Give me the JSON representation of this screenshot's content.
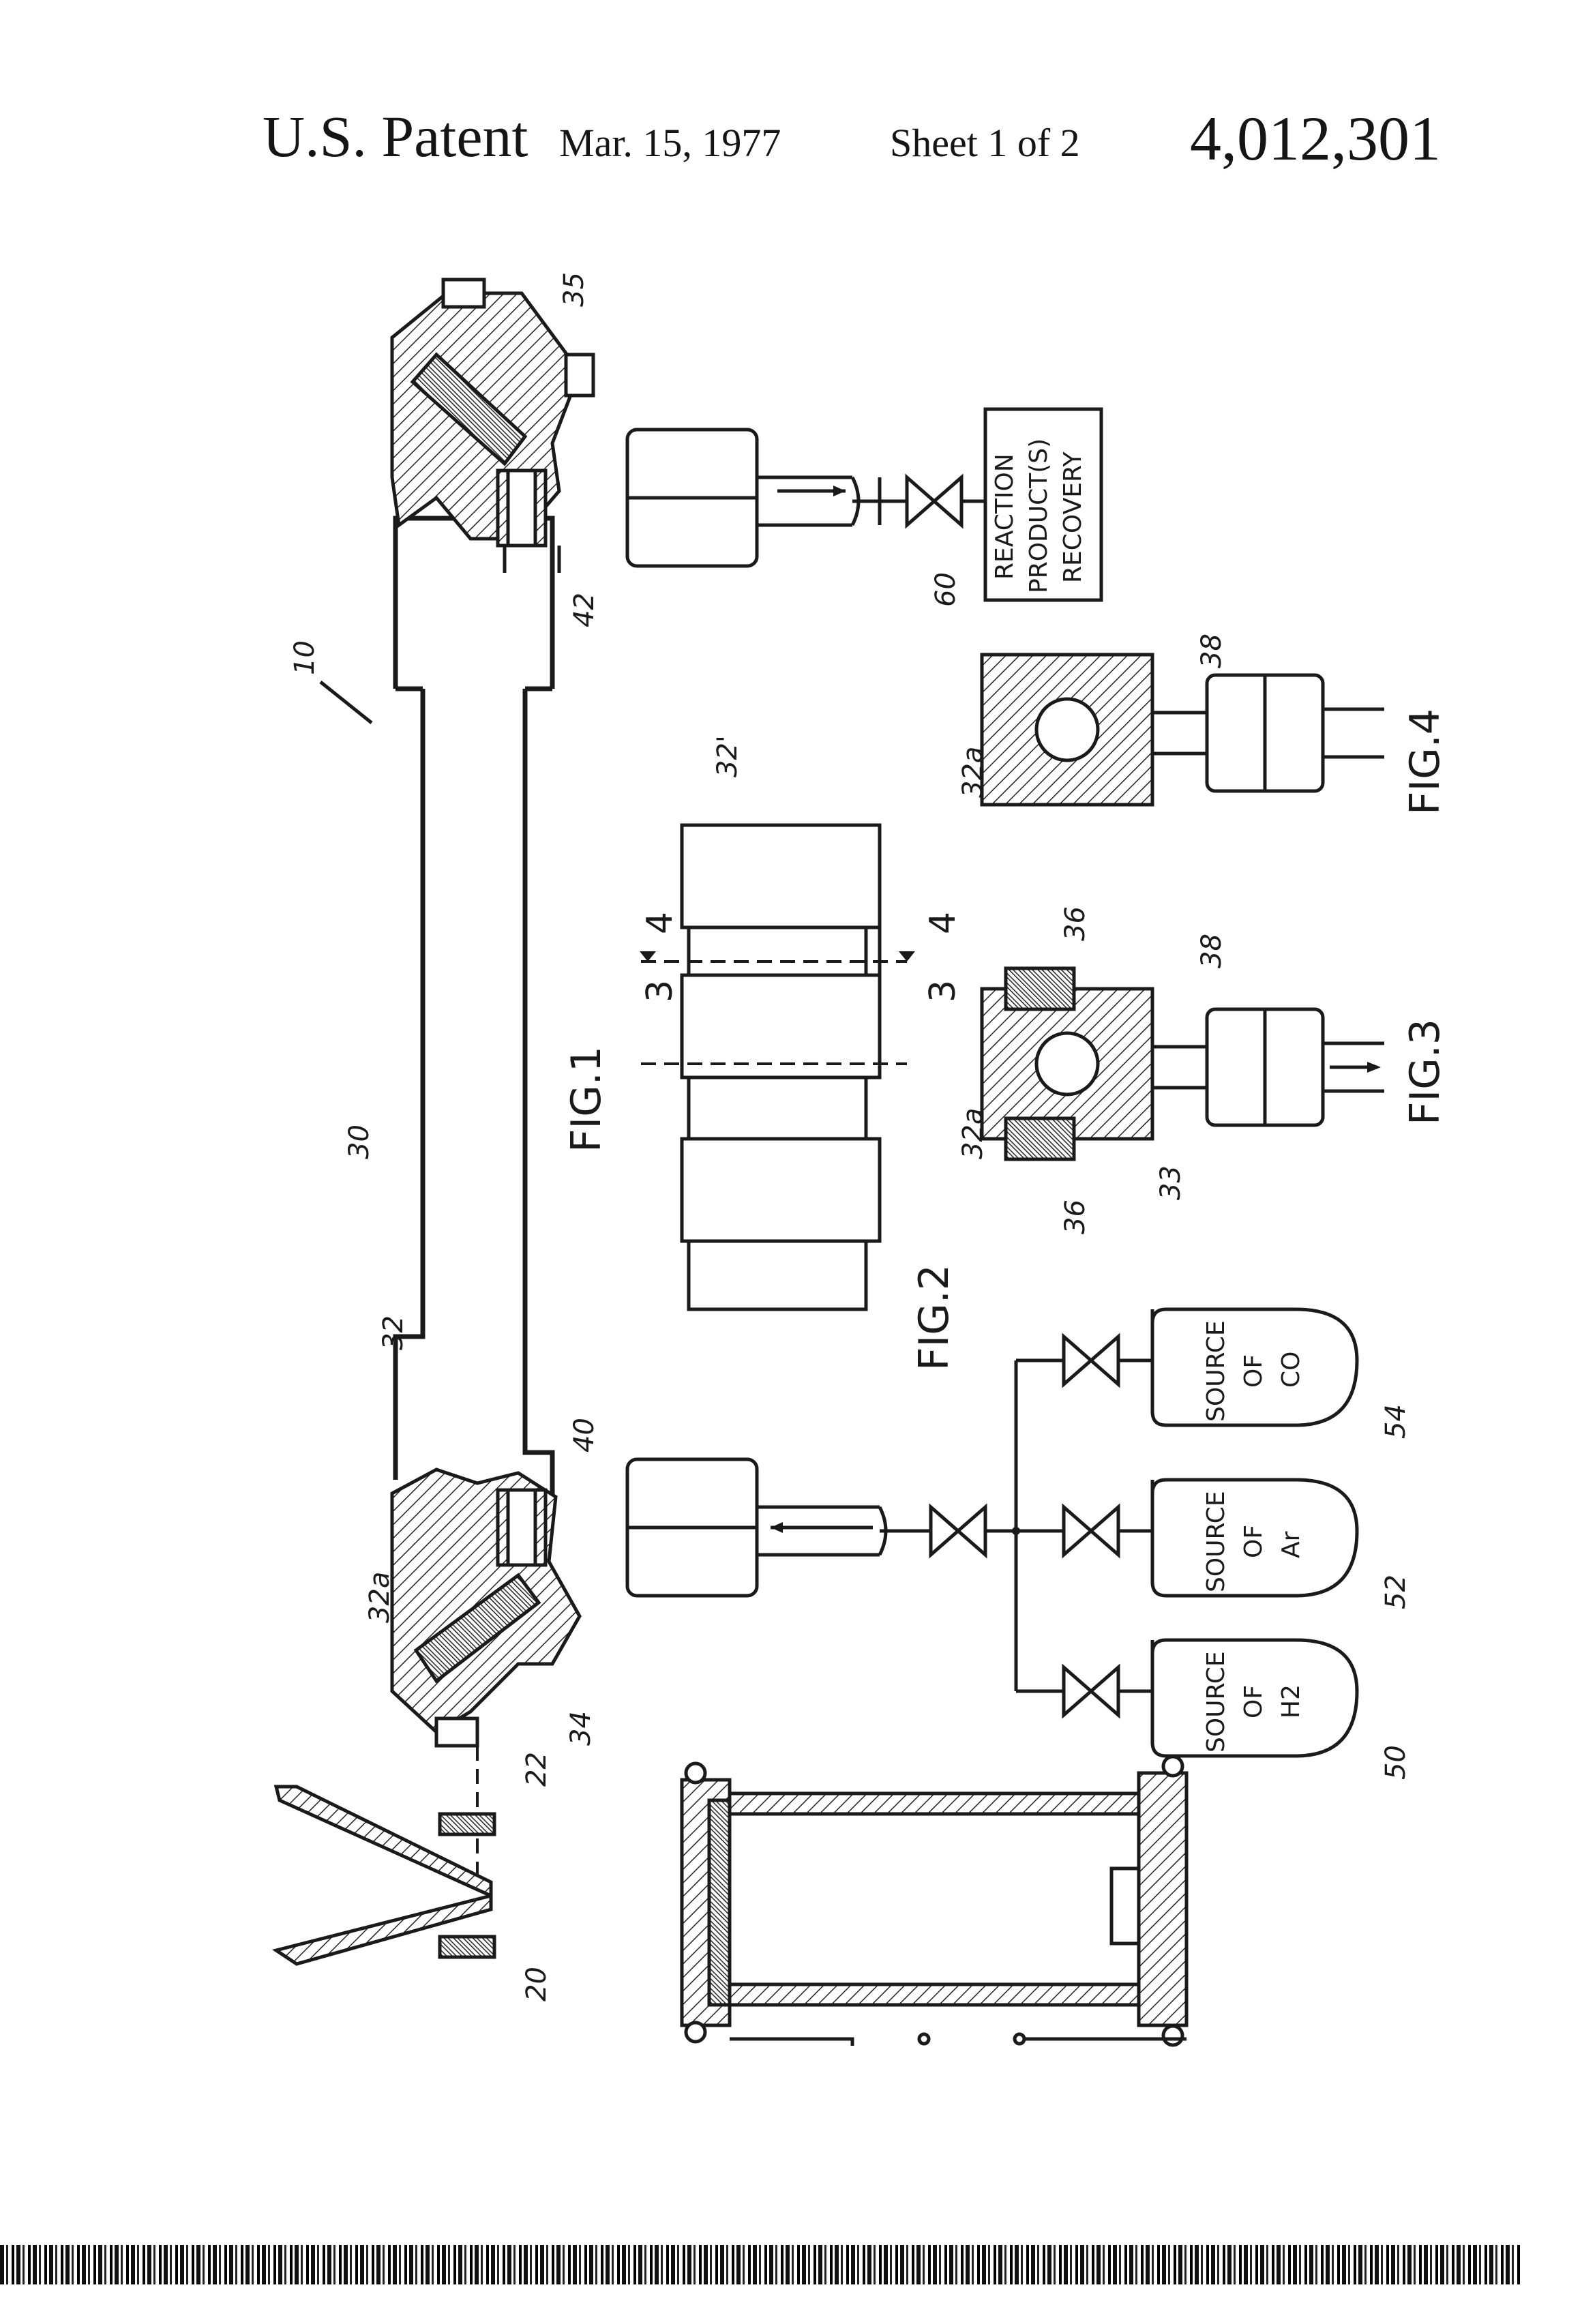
{
  "header": {
    "patent": "U.S. Patent",
    "date": "Mar. 15, 1977",
    "sheet": "Sheet 1 of 2",
    "number": "4,012,301"
  },
  "figures": {
    "fig1": "FIG.1",
    "fig2": "FIG.2",
    "fig3": "FIG.3",
    "fig4": "FIG.4"
  },
  "boxes": {
    "recovery": [
      "REACTION",
      "PRODUCT(S)",
      "RECOVERY"
    ],
    "source_co": [
      "SOURCE",
      "OF",
      "CO"
    ],
    "source_ar": [
      "SOURCE",
      "OF",
      "Ar"
    ],
    "source_h2": [
      "SOURCE",
      "OF",
      "H2"
    ]
  },
  "reference_numerals": {
    "r10": "10",
    "r20": "20",
    "r22": "22",
    "r30": "30",
    "r32": "32",
    "r32prime": "32'",
    "r32a_left": "32a",
    "r32a_fig3": "32a",
    "r32a_fig4": "32a",
    "r33": "33",
    "r34": "34",
    "r35": "35",
    "r36_top": "36",
    "r36_bottom": "36",
    "r38_fig3": "38",
    "r38_fig4": "38",
    "r40": "40",
    "r42": "42",
    "r50": "50",
    "r52": "52",
    "r54": "54",
    "r60": "60"
  },
  "section_marks": {
    "s3_top": "3",
    "s3_bottom": "3",
    "s4_top": "4",
    "s4_bottom": "4"
  }
}
